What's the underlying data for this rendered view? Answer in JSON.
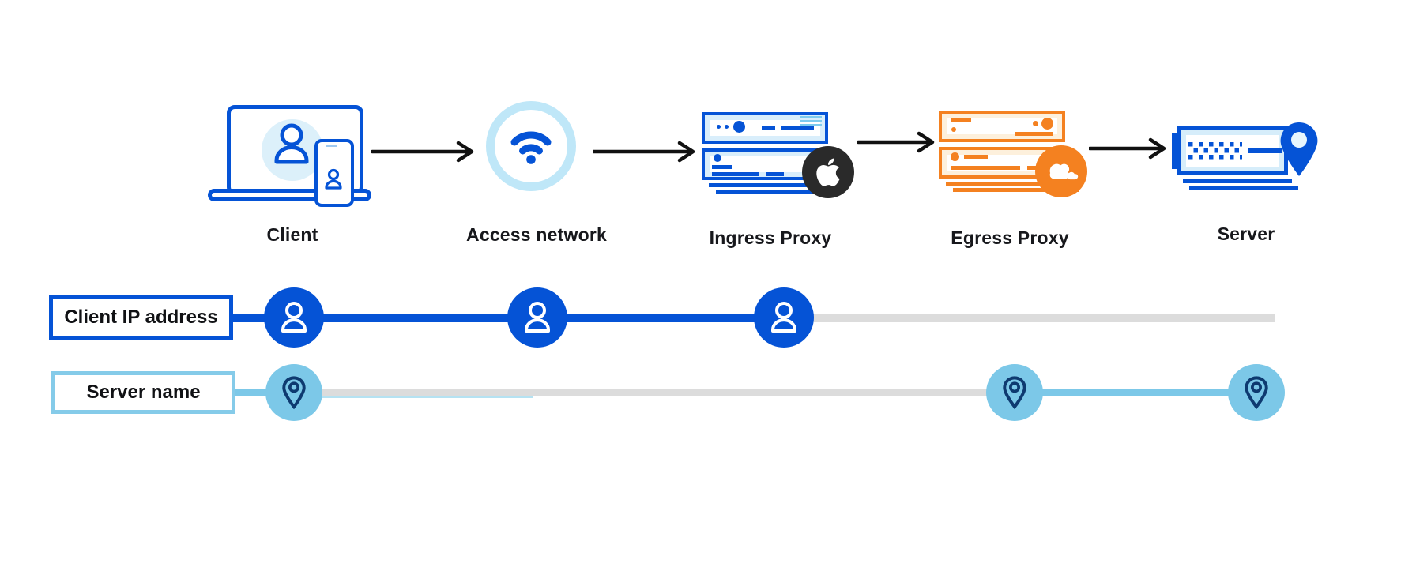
{
  "stages": [
    {
      "id": "client",
      "label": "Client",
      "icon": "laptop-phone-user-icon"
    },
    {
      "id": "access-network",
      "label": "Access network",
      "icon": "wifi-icon"
    },
    {
      "id": "ingress-proxy",
      "label": "Ingress Proxy",
      "icon": "server-stack-icon",
      "badge": "apple-logo"
    },
    {
      "id": "egress-proxy",
      "label": "Egress Proxy",
      "icon": "server-stack-icon",
      "badge": "cloudflare-logo"
    },
    {
      "id": "server",
      "label": "Server",
      "icon": "server-location-icon"
    }
  ],
  "rows": [
    {
      "label": "Client IP address",
      "node_icon": "person-icon",
      "accent_color": "#0553d6",
      "visible_at_stages": [
        "Client",
        "Access network",
        "Ingress Proxy"
      ],
      "hidden_from_stages": [
        "Egress Proxy",
        "Server"
      ]
    },
    {
      "label": "Server name",
      "node_icon": "location-pin-icon",
      "accent_color": "#7cc8e8",
      "visible_at_stages": [
        "Client",
        "Egress Proxy",
        "Server"
      ],
      "hidden_from_stages": [
        "Access network",
        "Ingress Proxy"
      ]
    }
  ],
  "colors": {
    "primary_blue": "#0553d6",
    "pale_blue_panel": "#d9eefb",
    "wifi_ring_blue": "#bfe7f8",
    "cyan_accent": "#7cc8e8",
    "pin_navy": "#0e3a70",
    "orange": "#f48120",
    "cream_panel": "#fdf0dc",
    "inactive_gray": "#dcdcdc",
    "badge_black": "#2a2a2a",
    "arrow_black": "#111111",
    "text": "#17181c"
  }
}
